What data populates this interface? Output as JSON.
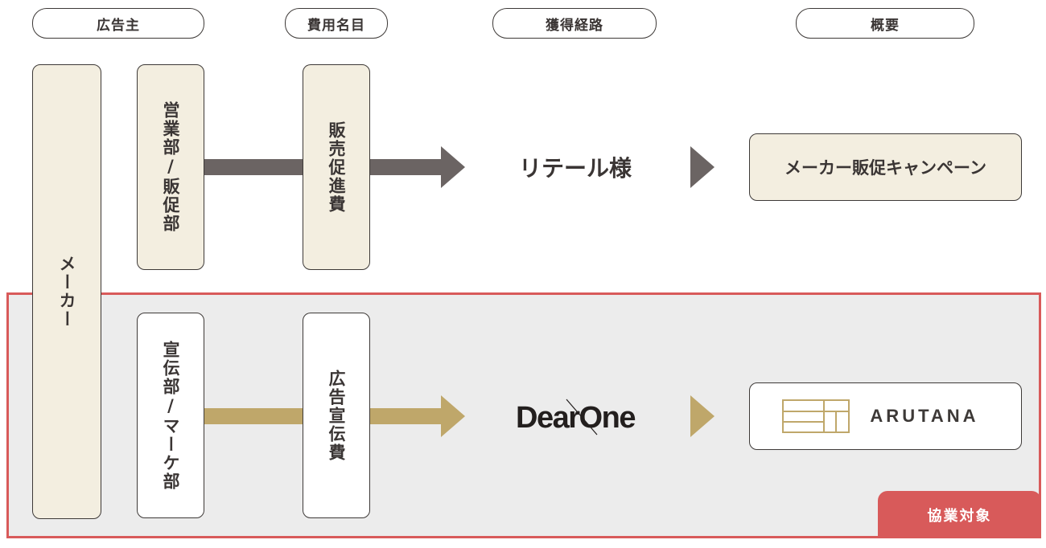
{
  "headers": {
    "advertiser": "広告主",
    "cost_item": "費用名目",
    "channel": "獲得経路",
    "overview": "概要"
  },
  "maker": "メーカー",
  "row1": {
    "department": "営業部/販促部",
    "cost": "販売促進費",
    "channel": "リテール様",
    "result": "メーカー販促キャンペーン"
  },
  "row2": {
    "department": "宣伝部/マーケ部",
    "cost": "広告宣伝費",
    "channel_logo": "DearOne",
    "result_logo": "ARUTANA"
  },
  "collab_label": "協業対象",
  "colors": {
    "dark_arrow": "#6b6463",
    "gold_arrow": "#bfa76a",
    "beige": "#f3eee0",
    "red_border": "#d85a5a",
    "zone_bg": "#ececec"
  }
}
